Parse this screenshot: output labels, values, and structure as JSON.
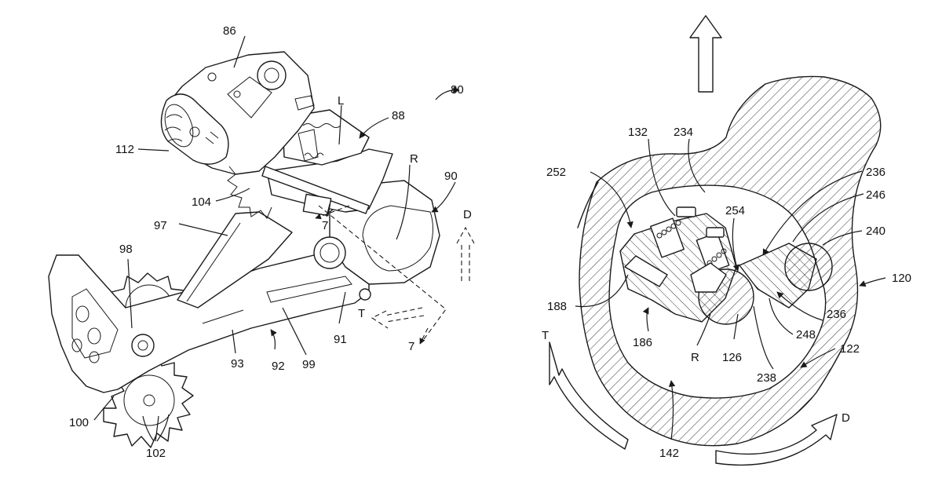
{
  "figure_left": {
    "labels": {
      "l80": "80",
      "l86": "86",
      "l88": "88",
      "lL": "L",
      "l112": "112",
      "lR": "R",
      "l90": "90",
      "lD": "D",
      "l104": "104",
      "l7a": "7",
      "l97": "97",
      "l98": "98",
      "lT": "T",
      "l91": "91",
      "l7b": "7",
      "l93": "93",
      "l92": "92",
      "l99": "99",
      "l100": "100",
      "l102": "102"
    }
  },
  "figure_right": {
    "labels": {
      "l132": "132",
      "l234": "234",
      "l252": "252",
      "l236a": "236",
      "l246": "246",
      "l254": "254",
      "l240": "240",
      "l120": "120",
      "l188": "188",
      "l186": "186",
      "lR": "R",
      "l126": "126",
      "l248": "248",
      "l236b": "236",
      "l238": "238",
      "l122": "122",
      "lT": "T",
      "l142": "142",
      "lD": "D"
    }
  },
  "icons": [
    "up-arrow-icon",
    "rotation-arrow-d-icon",
    "rotation-arrow-t-icon"
  ]
}
